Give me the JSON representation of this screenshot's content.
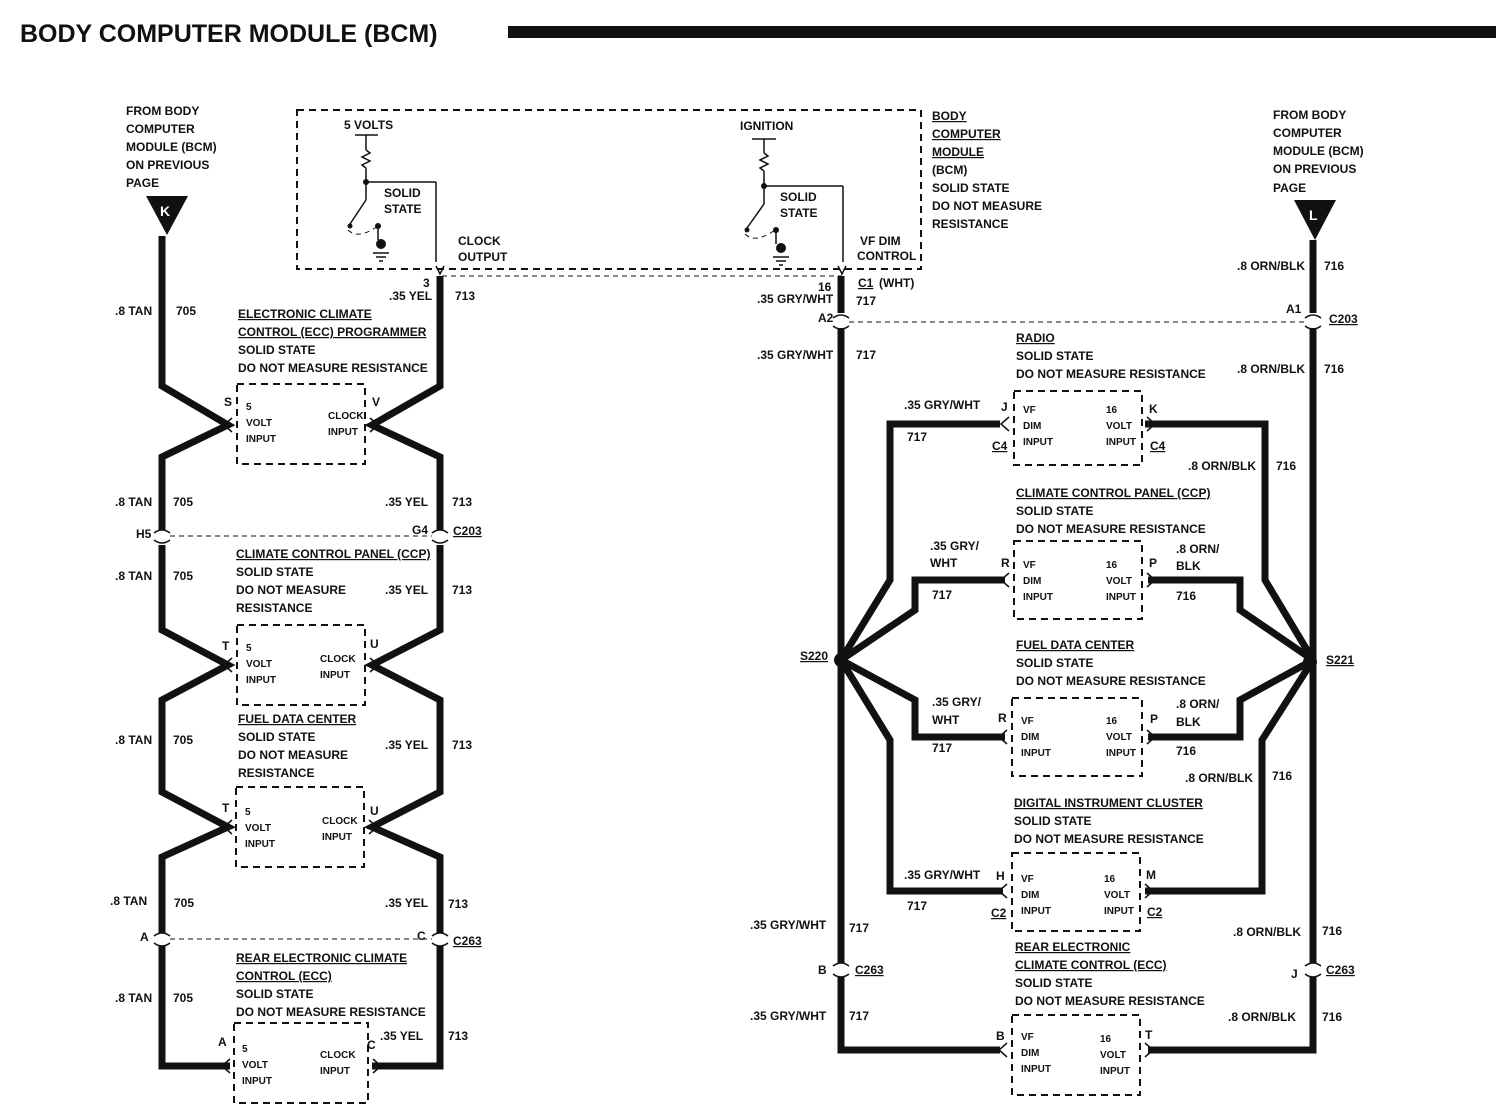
{
  "title": "BODY COMPUTER MODULE (BCM)",
  "bcm_box": {
    "lines": [
      "BODY",
      "COMPUTER",
      "MODULE",
      "(BCM)",
      "SOLID STATE",
      "DO NOT MEASURE",
      "RESISTANCE"
    ],
    "five_volts": "5 VOLTS",
    "ignition": "IGNITION",
    "solid": "SOLID",
    "state": "STATE",
    "clock_output": [
      "CLOCK",
      "OUTPUT"
    ],
    "vf_dim_control": [
      "VF DIM",
      "CONTROL"
    ]
  },
  "from_bcm": [
    "FROM BODY",
    "COMPUTER",
    "MODULE (BCM)",
    "ON PREVIOUS",
    "PAGE"
  ],
  "arrows": {
    "left": "K",
    "right": "L"
  },
  "wire_labels": {
    "tan": ".8 TAN",
    "c705": "705",
    "yel": ".35 YEL",
    "c713": "713",
    "gry": ".35 GRY/WHT",
    "c717": "717",
    "gry_a": ".35 GRY/",
    "gry_b": "WHT",
    "orn": ".8 ORN/BLK",
    "c716": "716",
    "orn_a": ".8 ORN/",
    "orn_b": "BLK"
  },
  "connectors": {
    "c203": "C203",
    "c263": "C263",
    "c1": "C1",
    "c1_wht": "(WHT)",
    "c2": "C2",
    "c4": "C4",
    "s220": "S220",
    "s221": "S221"
  },
  "pins": {
    "p3": "3",
    "p16": "16",
    "a2": "A2",
    "a1": "A1",
    "h5": "H5",
    "g4": "G4",
    "a": "A",
    "c": "C",
    "b": "B",
    "j": "J",
    "k": "K",
    "r": "R",
    "p": "P",
    "h": "H",
    "m": "M",
    "s": "S",
    "v": "V",
    "t": "T",
    "u": "U"
  },
  "components": {
    "ecc_programmer": [
      "ELECTRONIC CLIMATE",
      "CONTROL (ECC) PROGRAMMER"
    ],
    "ccp": "CLIMATE CONTROL PANEL (CCP)",
    "fdc": "FUEL DATA CENTER",
    "rear_ecc_left": [
      "REAR ELECTRONIC CLIMATE",
      "CONTROL (ECC)"
    ],
    "rear_ecc_right": [
      "REAR ELECTRONIC",
      "CLIMATE CONTROL (ECC)"
    ],
    "radio": "RADIO",
    "dic": "DIGITAL INSTRUMENT CLUSTER",
    "solid_state": "SOLID STATE",
    "dnm": "DO NOT MEASURE",
    "resistance": "RESISTANCE",
    "dnmr": "DO NOT MEASURE RESISTANCE"
  },
  "box_text": {
    "five": "5",
    "volt": "VOLT",
    "input": "INPUT",
    "clock": "CLOCK",
    "vf": "VF",
    "dim": "DIM",
    "sixteen": "16"
  }
}
